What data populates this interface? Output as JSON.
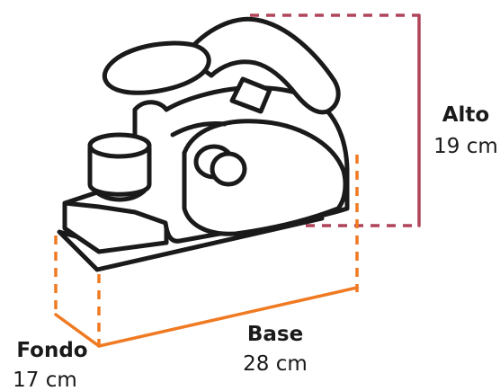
{
  "labels": {
    "height_title": "Alto",
    "height_value": "19 cm",
    "base_title": "Base",
    "base_value": "28 cm",
    "depth_title": "Fondo",
    "depth_value": "17 cm"
  },
  "colors": {
    "outline": "#1a1a1a",
    "dimension": "#f07a22",
    "height_line": "#b0445a",
    "background": "#ffffff"
  }
}
